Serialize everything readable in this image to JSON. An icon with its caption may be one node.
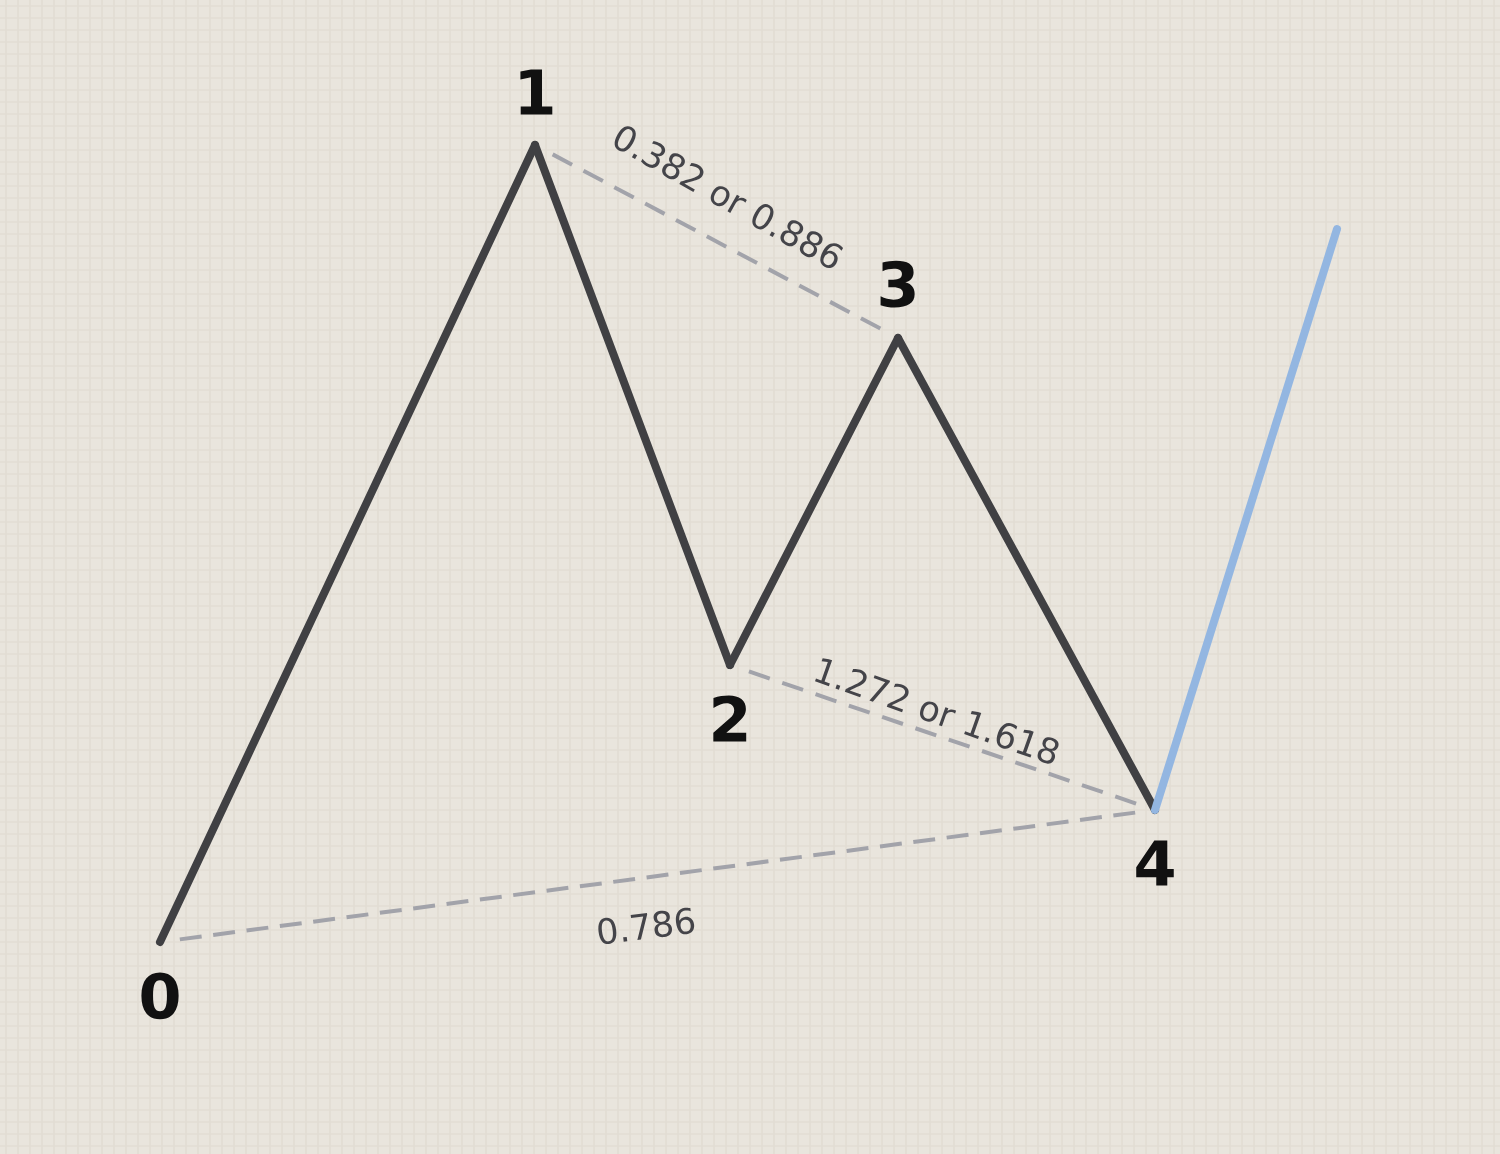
{
  "diagram": {
    "nodes": [
      {
        "text": [
          "0"
        ]
      },
      {
        "text": [
          "1"
        ]
      },
      {
        "text": [
          "2"
        ]
      },
      {
        "text": [
          "3"
        ]
      },
      {
        "text": [
          "4"
        ]
      }
    ],
    "edges": [
      {
        "from": 0,
        "to": 1,
        "arrow": "none"
      },
      {
        "from": 1,
        "to": 2,
        "arrow": "none"
      },
      {
        "from": 2,
        "to": 3,
        "arrow": "none"
      },
      {
        "from": 3,
        "to": 4,
        "arrow": "none"
      },
      {
        "from": 4,
        "to": null,
        "arrow": "none",
        "color": "#93b6e1"
      },
      {
        "from": 1,
        "to": 3,
        "arrow": "none",
        "label": "0.382 or 0.886",
        "style": "dashed",
        "color": "#a2a3aa"
      },
      {
        "from": 2,
        "to": 4,
        "arrow": "none",
        "label": "1.272 or 1.618",
        "style": "dashed",
        "color": "#a2a3aa"
      },
      {
        "from": 0,
        "to": 4,
        "arrow": "none",
        "label": "0.786",
        "style": "dashed",
        "color": "#a2a3aa"
      }
    ]
  }
}
